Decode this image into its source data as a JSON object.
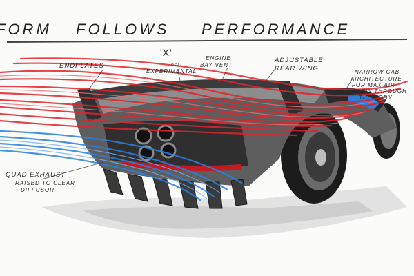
{
  "title": {
    "word1": "FORM",
    "word2": "FOLLOWS",
    "word3": "PERFORMANCE"
  },
  "annotations": {
    "endplates": "ENDPLATES",
    "x_mark": "'X'",
    "x_sub": "REAL",
    "x_label": "EXPERIMENTAL",
    "engine_line1": "ENGINE",
    "engine_line2": "BAY VENT",
    "wing_line1": "ADJUSTABLE",
    "wing_line2": "REAR WING",
    "narrow_line1": "NARROW CAB",
    "narrow_line2": "ARCHITECTURE",
    "narrow_line3": "FOR MAX AIR",
    "narrow_line4": "FLOW THROUGH",
    "narrow_line5": "THE BODY",
    "exhaust_line1": "QUAD EXHAUST",
    "exhaust_line2": "RAISED TO CLEAR",
    "exhaust_line3": "DIFFUSOR"
  },
  "colors": {
    "airflow_hot": "#e0242c",
    "airflow_cool": "#2a7fe0",
    "body_dark": "#2b2b2b",
    "body_mid": "#7a7a7a",
    "shadow": "#cfcfcf"
  }
}
